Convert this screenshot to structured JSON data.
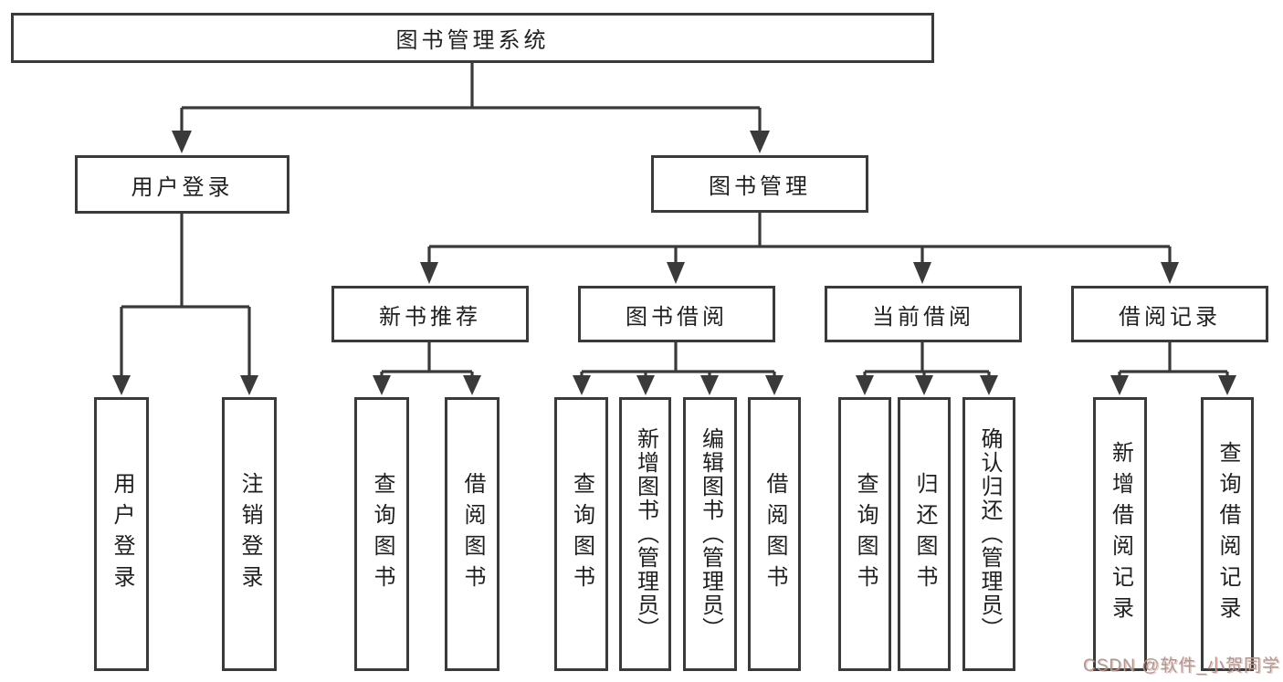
{
  "diagram": {
    "root": "图书管理系统",
    "branches": [
      {
        "label": "用户登录",
        "children": [
          "用户登录",
          "注销登录"
        ]
      },
      {
        "label": "图书管理",
        "children": [
          {
            "label": "新书推荐",
            "children": [
              "查询图书",
              "借阅图书"
            ]
          },
          {
            "label": "图书借阅",
            "children": [
              "查询图书",
              "新增图书（管理员）",
              "编辑图书（管理员）",
              "借阅图书"
            ]
          },
          {
            "label": "当前借阅",
            "children": [
              "查询图书",
              "归还图书",
              "确认归还（管理员）"
            ]
          },
          {
            "label": "借阅记录",
            "children": [
              "新增借阅记录",
              "查询借阅记录"
            ]
          }
        ]
      }
    ]
  },
  "watermark": {
    "text": "CSDN @软件_小贺同学"
  },
  "colors": {
    "line": "#3a3a3a",
    "text": "#1f1f1f",
    "background": "#ffffff",
    "watermark_gray": "#9e9e9e",
    "watermark_accent": "#fc5531"
  }
}
